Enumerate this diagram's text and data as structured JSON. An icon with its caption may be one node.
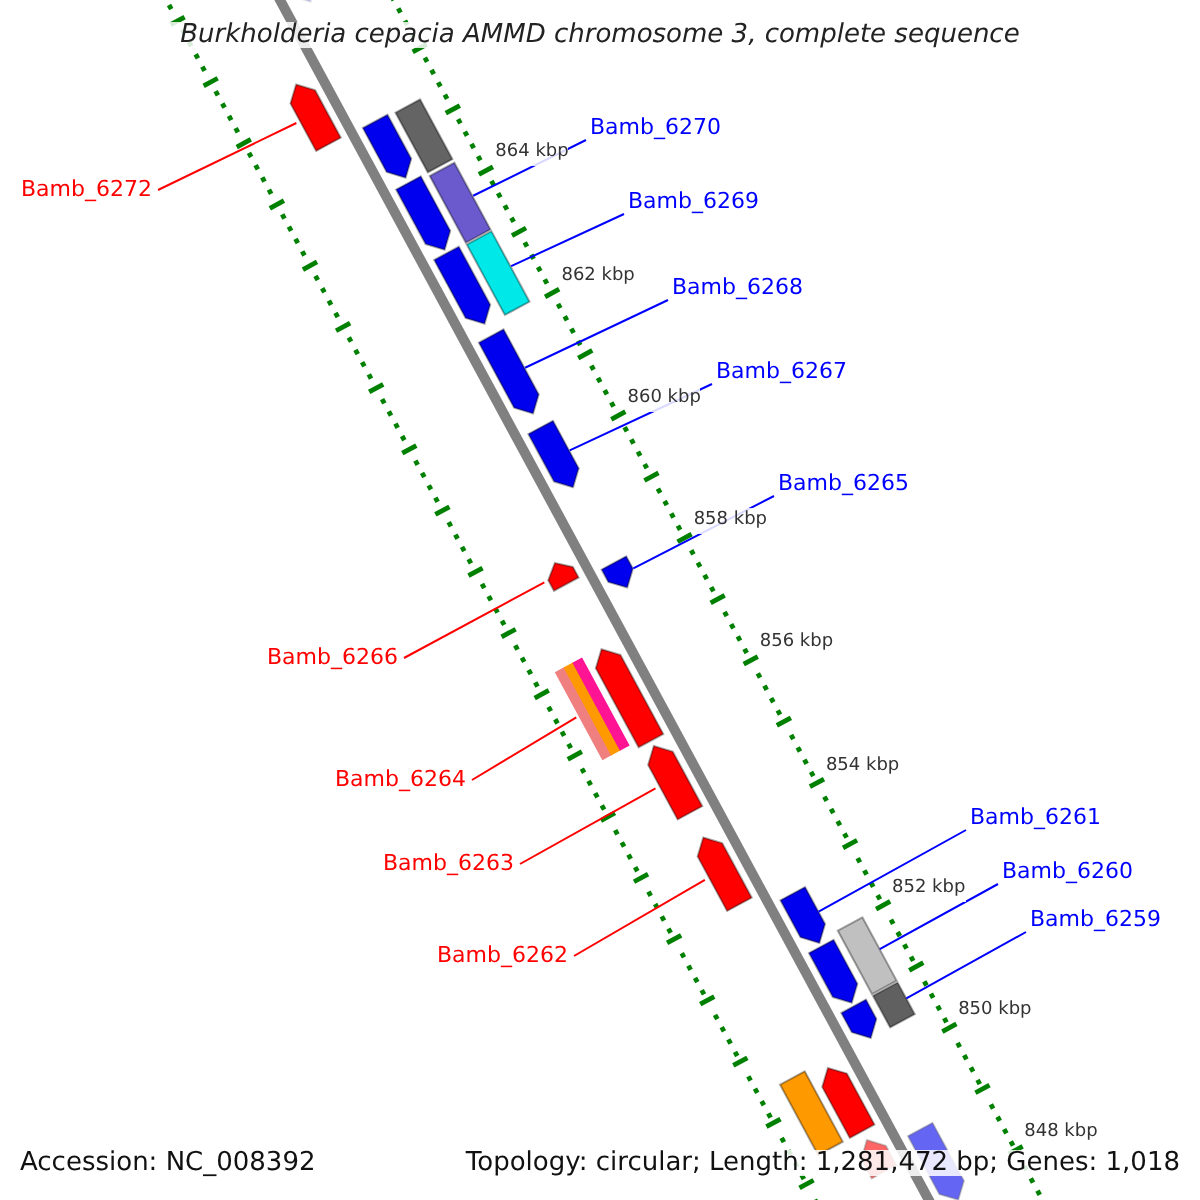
{
  "diagram": {
    "title": "Burkholderia cepacia AMMD chromosome 3, complete sequence",
    "nodes": [
      {
        "text": [
          "Bamb_6270"
        ]
      },
      {
        "text": [],
        "shape": "box"
      },
      {
        "text": [
          "Bamb_6269"
        ]
      },
      {
        "text": [],
        "shape": "box"
      },
      {
        "text": [
          "Bamb_6268"
        ]
      },
      {
        "text": [],
        "shape": "arrow"
      },
      {
        "text": [
          "Bamb_6267"
        ]
      },
      {
        "text": [],
        "shape": "arrow"
      },
      {
        "text": [
          "Bamb_6265"
        ]
      },
      {
        "text": [],
        "shape": "arrow"
      },
      {
        "text": [
          "Bamb_6261"
        ]
      },
      {
        "text": [],
        "shape": "arrow"
      },
      {
        "text": [
          "Bamb_6260"
        ]
      },
      {
        "text": [],
        "shape": "box"
      },
      {
        "text": [
          "Bamb_6259"
        ]
      },
      {
        "text": [],
        "shape": "box"
      },
      {
        "text": [
          "Bamb_6272"
        ]
      },
      {
        "text": [],
        "shape": "arrow"
      },
      {
        "text": [
          "Bamb_6266"
        ]
      },
      {
        "text": [],
        "shape": "arrow"
      },
      {
        "text": [
          "Bamb_6264"
        ]
      },
      {
        "text": [],
        "shape": "box"
      },
      {
        "text": [
          "Bamb_6263"
        ]
      },
      {
        "text": [],
        "shape": "arrow"
      },
      {
        "text": [
          "Bamb_6262"
        ]
      },
      {
        "text": [],
        "shape": "arrow"
      },
      {
        "text": [],
        "shape": "arrow"
      },
      {
        "text": [],
        "shape": "arrow"
      },
      {
        "text": [],
        "shape": "arrow"
      },
      {
        "text": [],
        "shape": "arrow"
      },
      {
        "text": [],
        "shape": "arrow"
      },
      {
        "text": [],
        "shape": "arrow"
      },
      {
        "text": [],
        "shape": "arrow"
      },
      {
        "text": [],
        "shape": "box"
      },
      {
        "text": [],
        "shape": "arrow"
      },
      {
        "text": [],
        "shape": "arrow"
      },
      {
        "text": [],
        "shape": "arrow"
      },
      {
        "text": [],
        "shape": "box"
      }
    ],
    "edges": [
      {
        "from": 0,
        "to": 1,
        "arrow": "none"
      },
      {
        "from": 2,
        "to": 3,
        "arrow": "none"
      },
      {
        "from": 4,
        "to": 5,
        "arrow": "none"
      },
      {
        "from": 6,
        "to": 7,
        "arrow": "none"
      },
      {
        "from": 8,
        "to": 9,
        "arrow": "none"
      },
      {
        "from": 10,
        "to": 11,
        "arrow": "none"
      },
      {
        "from": 12,
        "to": 13,
        "arrow": "none"
      },
      {
        "from": 14,
        "to": 15,
        "arrow": "none"
      },
      {
        "from": 16,
        "to": 17,
        "arrow": "none",
        "color": "#ff0000"
      },
      {
        "from": 18,
        "to": 19,
        "arrow": "none",
        "color": "#ff0000"
      },
      {
        "from": 20,
        "to": 21,
        "arrow": "none",
        "color": "#ff0000"
      },
      {
        "from": 22,
        "to": 23,
        "arrow": "none",
        "color": "#ff0000"
      },
      {
        "from": 24,
        "to": 25,
        "arrow": "none",
        "color": "#ff0000"
      }
    ],
    "labels": [
      "864 kbp",
      "862 kbp",
      "860 kbp",
      "858 kbp",
      "856 kbp",
      "854 kbp",
      "852 kbp",
      "850 kbp",
      "848 kbp",
      "Accession: NC_008392",
      "Topology: circular; Length: 1,281,472 bp; Genes: 1,018"
    ]
  }
}
